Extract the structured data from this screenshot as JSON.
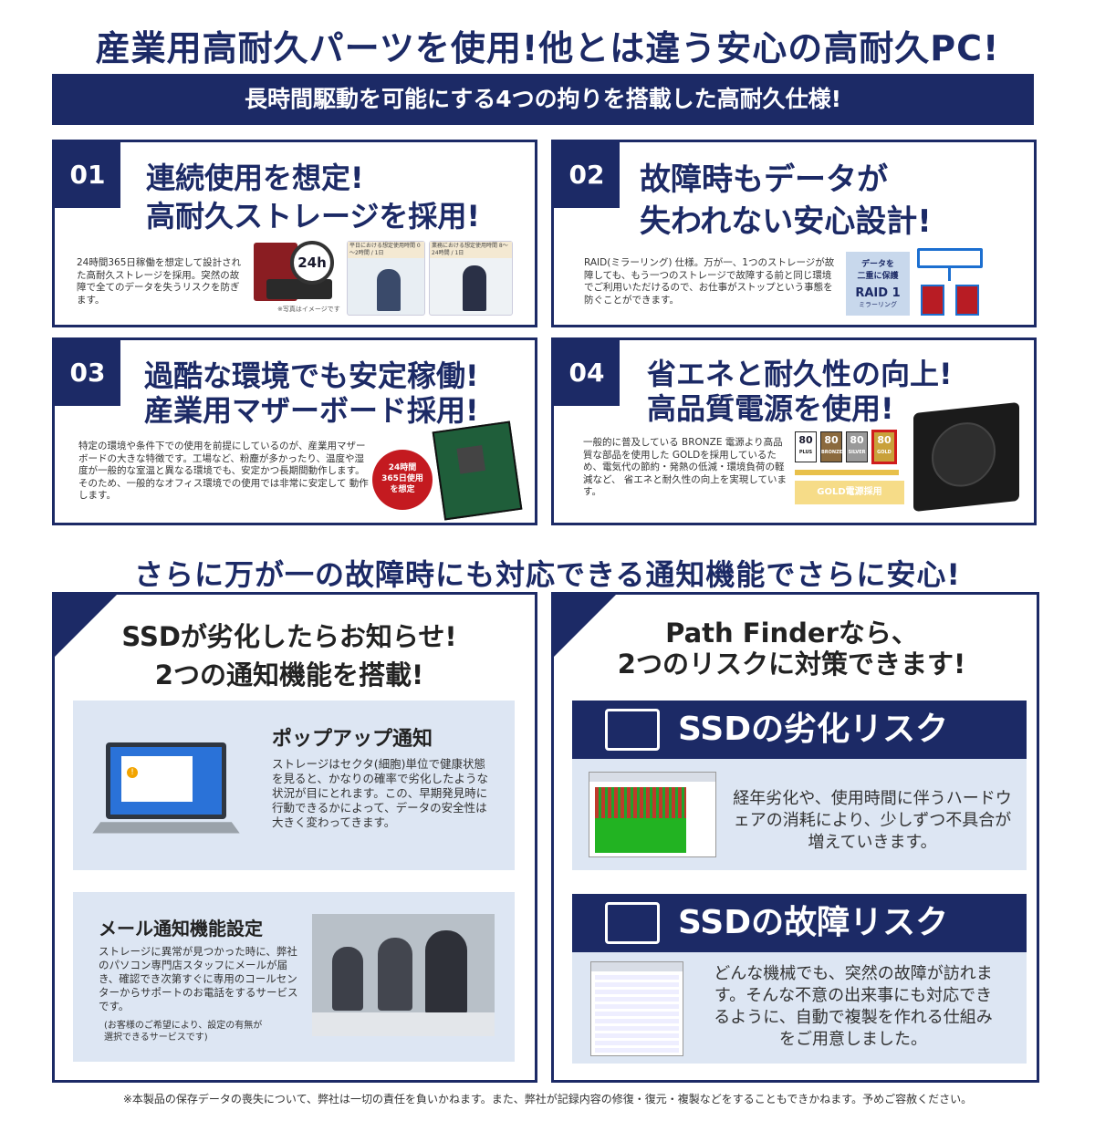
{
  "header": {
    "title": "産業用高耐久パーツを使用!他とは違う安心の高耐久PC!",
    "banner": "長時間駆動を可能にする4つの拘りを搭載した高耐久仕様!"
  },
  "cards": [
    {
      "number": "01",
      "title_line1": "連続使用を想定!",
      "title_line2": "高耐久ストレージを採用!",
      "text": "24時間365日稼働を想定して設計された高耐久ストレージを採用。突然の故障で全てのデータを失うリスクを防ぎます。",
      "photo_note": "※写真はイメージです",
      "badge": "24h",
      "photo1_caption": "平日における想定使用時間 0～2時間 / 1日",
      "photo2_caption": "業務における想定使用時間 8～24時間 / 1日"
    },
    {
      "number": "02",
      "title_line1": "故障時もデータが",
      "title_line2": "失われない安心設計!",
      "text": "RAID(ミラーリング) 仕様。万が一、1つのストレージが故障しても、もう一つのストレージで故障する前と同じ環境でご利用いただけるので、お仕事がストップという事態を防ぐことができます。",
      "raid_line1": "データを",
      "raid_line2": "二重に保護",
      "raid_name": "RAID 1",
      "raid_sub": "ミラーリング"
    },
    {
      "number": "03",
      "title_line1": "過酷な環境でも安定稼働!",
      "title_line2": "産業用マザーボード採用!",
      "text": "特定の環境や条件下での使用を前提にしているのが、産業用マザーボードの大きな特徴です。工場など、粉塵が多かったり、温度や湿度が一般的な室温と異なる環境でも、安定かつ長期間動作します。そのため、一般的なオフィス環境での使用では非常に安定して 動作します。",
      "badge_line1": "24時間",
      "badge_line2": "365日使用",
      "badge_line3": "を想定"
    },
    {
      "number": "04",
      "title_line1": "省エネと耐久性の向上!",
      "title_line2": "高品質電源を使用!",
      "text": "一般的に普及している BRONZE 電源より高品質な部品を使用した GOLDを採用しているため、電気代の節約・発熱の低減・環境負荷の軽減など、 省エネと耐久性の向上を実現しています。",
      "plus_badges": [
        "PLUS",
        "BRONZE",
        "SILVER",
        "GOLD"
      ],
      "plus_number": "80",
      "gold_label": "GOLD電源採用"
    }
  ],
  "section2": {
    "title": "さらに万が一の故障時にも対応できる通知機能でさらに安心!"
  },
  "left_panel": {
    "title_line1": "SSDが劣化したらお知らせ!",
    "title_line2": "2つの通知機能を搭載!",
    "popup": {
      "title": "ポップアップ通知",
      "text": "ストレージはセクタ(細胞)単位で健康状態を見ると、かなりの確率で劣化したような状況が目にとれます。この、早期発見時に行動できるかによって、データの安全性は大きく変わってきます。"
    },
    "mail": {
      "title": "メール通知機能設定",
      "text": "ストレージに異常が見つかった時に、弊社のパソコン専門店スタッフにメールが届き、確認でき次第すぐに専用のコールセンターからサポートのお電話をするサービスです。",
      "note": "(お客様のご希望により、設定の有無が選択できるサービスです)"
    }
  },
  "right_panel": {
    "title_line1": "Path Finderなら、",
    "title_line2": "2つのリスクに対策できます!",
    "risk1": {
      "label": "SSDの劣化リスク",
      "text": "経年劣化や、使用時間に伴うハードウェアの消耗により、少しずつ不具合が増えていきます。"
    },
    "risk2": {
      "label": "SSDの故障リスク",
      "text": "どんな機械でも、突然の故障が訪れます。そんな不意の出来事にも対応できるように、自動で複製を作れる仕組みをご用意しました。"
    }
  },
  "footer": {
    "note": "※本製品の保存データの喪失について、弊社は一切の責任を負いかねます。また、弊社が記録内容の修復・復元・複製などをすることもできかねます。予めご容赦ください。"
  },
  "colors": {
    "navy": "#1c2a66",
    "light_blue": "#dde6f3",
    "gold": "#e8c04a",
    "red": "#c0161d"
  }
}
